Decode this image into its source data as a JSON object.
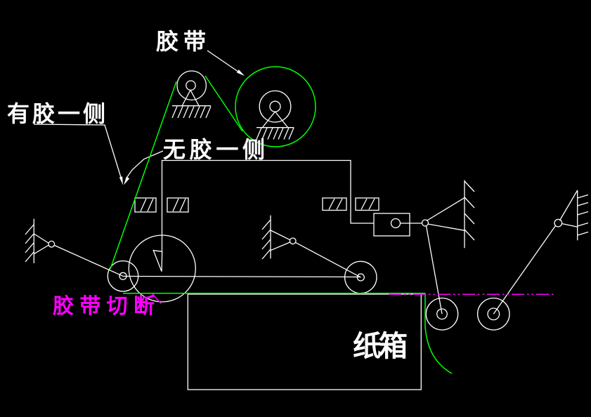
{
  "drawing": {
    "background": "#000000",
    "labels": {
      "tape": "胶带",
      "adhesive_side": "有胶一侧",
      "non_adhesive_side": "无胶一侧",
      "tape_cut": "胶带切断",
      "carton": "纸箱"
    },
    "colors": {
      "line": "#FFFFFF",
      "tape": "#00FF00",
      "annotation": "#FF00FF"
    }
  }
}
